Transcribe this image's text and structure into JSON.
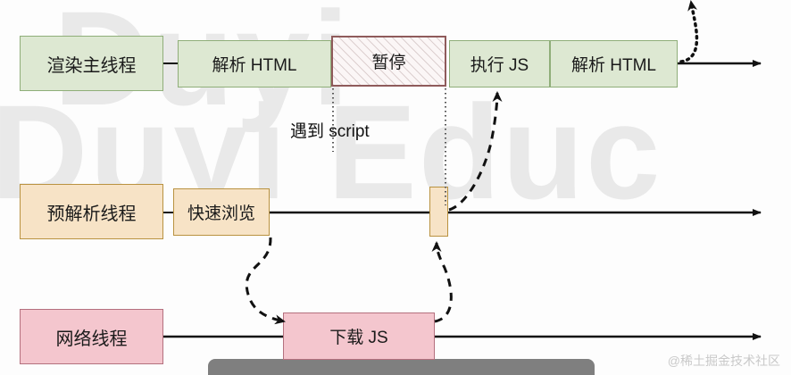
{
  "background_watermark": {
    "line1": "Duyi",
    "line2": "Duyi Educ"
  },
  "corner_watermark": "@稀土掘金技术社区",
  "lanes": [
    {
      "id": "render-main-thread",
      "label": "渲染主线程",
      "color": "#dde8d2",
      "border": "#8fae79",
      "segments": [
        {
          "id": "parse-html-1",
          "label": "解析 HTML",
          "style": "green"
        },
        {
          "id": "pause",
          "label": "暂停",
          "style": "hatch"
        },
        {
          "id": "execute-js",
          "label": "执行 JS",
          "style": "green"
        },
        {
          "id": "parse-html-2",
          "label": "解析 HTML",
          "style": "green"
        }
      ]
    },
    {
      "id": "preparse-thread",
      "label": "预解析线程",
      "color": "#f7e3c6",
      "border": "#b99240",
      "segments": [
        {
          "id": "quick-scan",
          "label": "快速浏览",
          "style": "peach"
        },
        {
          "id": "receive-marker",
          "label": "",
          "style": "peach"
        }
      ]
    },
    {
      "id": "network-thread",
      "label": "网络线程",
      "color": "#f4c6ce",
      "border": "#b4707e",
      "segments": [
        {
          "id": "download-js",
          "label": "下载 JS",
          "style": "pink"
        }
      ]
    }
  ],
  "annotations": [
    {
      "id": "encounter-script",
      "label": "遇到 script"
    }
  ],
  "colors": {
    "green_fill": "#dde8d2",
    "green_border": "#8fae79",
    "peach_fill": "#f7e3c6",
    "peach_border": "#b99240",
    "pink_fill": "#f4c6ce",
    "pink_border": "#b4707e",
    "hatch_border": "#8f5b5b",
    "axis": "#111111",
    "gray_bar": "#7f7f7f"
  }
}
